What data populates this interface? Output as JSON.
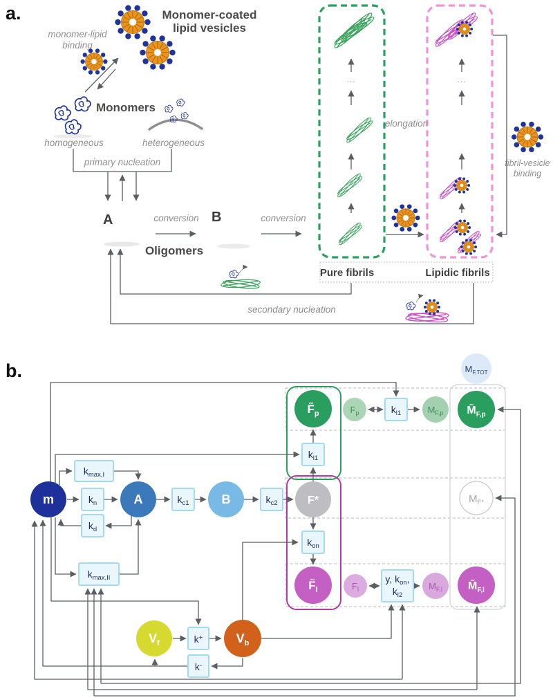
{
  "panel_a": {
    "label": "a.",
    "title": [
      "Monomer-coated",
      "lipid vesicles"
    ],
    "monomer_lipid_binding": [
      "monomer-lipid",
      "binding"
    ],
    "monomers": "Monomers",
    "homogeneous": "homogeneous",
    "heterogeneous": "heterogeneous",
    "primary_nucleation": "primary nucleation",
    "a_label": "A",
    "b_label": "B",
    "conversion_1": "conversion",
    "conversion_2": "conversion",
    "oligomers": "Oligomers",
    "elongation": "elongation",
    "pure_fibrils": "Pure fibrils",
    "lipidic_fibrils": "Lipidic fibrils",
    "secondary_nucleation": "secondary nucleation",
    "fibril_vesicle_binding": [
      "fibril-vesicle",
      "binding"
    ],
    "ellipsis": "..."
  },
  "panel_b": {
    "label": "b.",
    "nodes": {
      "m": {
        "label": "m"
      },
      "a": {
        "label": "A"
      },
      "b": {
        "label": "B"
      },
      "f_star": {
        "label": "F*"
      },
      "f_p_tilde": {
        "main": "F̃",
        "sub": "p"
      },
      "f_l_tilde": {
        "main": "F̃",
        "sub": "l"
      },
      "f_p": {
        "main": "F",
        "sub": "p"
      },
      "f_l": {
        "main": "F",
        "sub": "l"
      },
      "m_f_p": {
        "main": "M",
        "sub": "F,p"
      },
      "m_f_l": {
        "main": "M",
        "sub": "F,l"
      },
      "m_f_p_tilde": {
        "main": "M̃",
        "sub": "F,p"
      },
      "m_f_l_tilde": {
        "main": "M̃",
        "sub": "F,l"
      },
      "m_f_star": {
        "main": "M",
        "sub": "F*"
      },
      "m_f_tot": {
        "main": "M",
        "sub": "F,TOT"
      },
      "v_f": {
        "main": "V",
        "sub": "f"
      },
      "v_b": {
        "main": "V",
        "sub": "b"
      }
    },
    "rates": {
      "k_max_I": {
        "main": "k",
        "sub": "max,I"
      },
      "k_n": {
        "main": "k",
        "sub": "n"
      },
      "k_d": {
        "main": "k",
        "sub": "d"
      },
      "k_c1": {
        "main": "k",
        "sub": "c1"
      },
      "k_c2": {
        "main": "k",
        "sub": "c2"
      },
      "k_l1": {
        "main": "k",
        "sub": "l1"
      },
      "k_l1_top": {
        "main": "k",
        "sub": "l1"
      },
      "k_on": {
        "main": "k",
        "sub": "on"
      },
      "k_max_II": {
        "main": "k",
        "sub": "max,II"
      },
      "k_plus": {
        "main": "k",
        "sup": "+"
      },
      "k_minus": {
        "main": "k",
        "sup": "-"
      },
      "y_box": {
        "line1_main": "y, k",
        "line1_sub": "on",
        "line1_comma": ",",
        "line2_main": "k",
        "line2_sub": "l2"
      }
    }
  },
  "colors": {
    "navy_monomer": "#1f3499",
    "m_node": "#1e3099",
    "a_node": "#3c79ba",
    "b_node": "#79b9e6",
    "f_star_node": "#bdbdc2",
    "green_fibril": "#2a9e5e",
    "light_green": "#a8d5b2",
    "magenta_fibril": "#c45fc4",
    "light_magenta": "#dcabdf",
    "pink_box_dash": "#f093dc",
    "green_box_dash": "#2aa05e",
    "vesicle_orange": "#e8941f",
    "v_f_node": "#d6d92f",
    "v_b_node": "#d2611c",
    "m_f_tot_node": "#dce9f8",
    "rate_box_fill": "#e9f7fc",
    "rate_box_border": "#a5d9ef",
    "wire_gray": "#5a5f63"
  }
}
